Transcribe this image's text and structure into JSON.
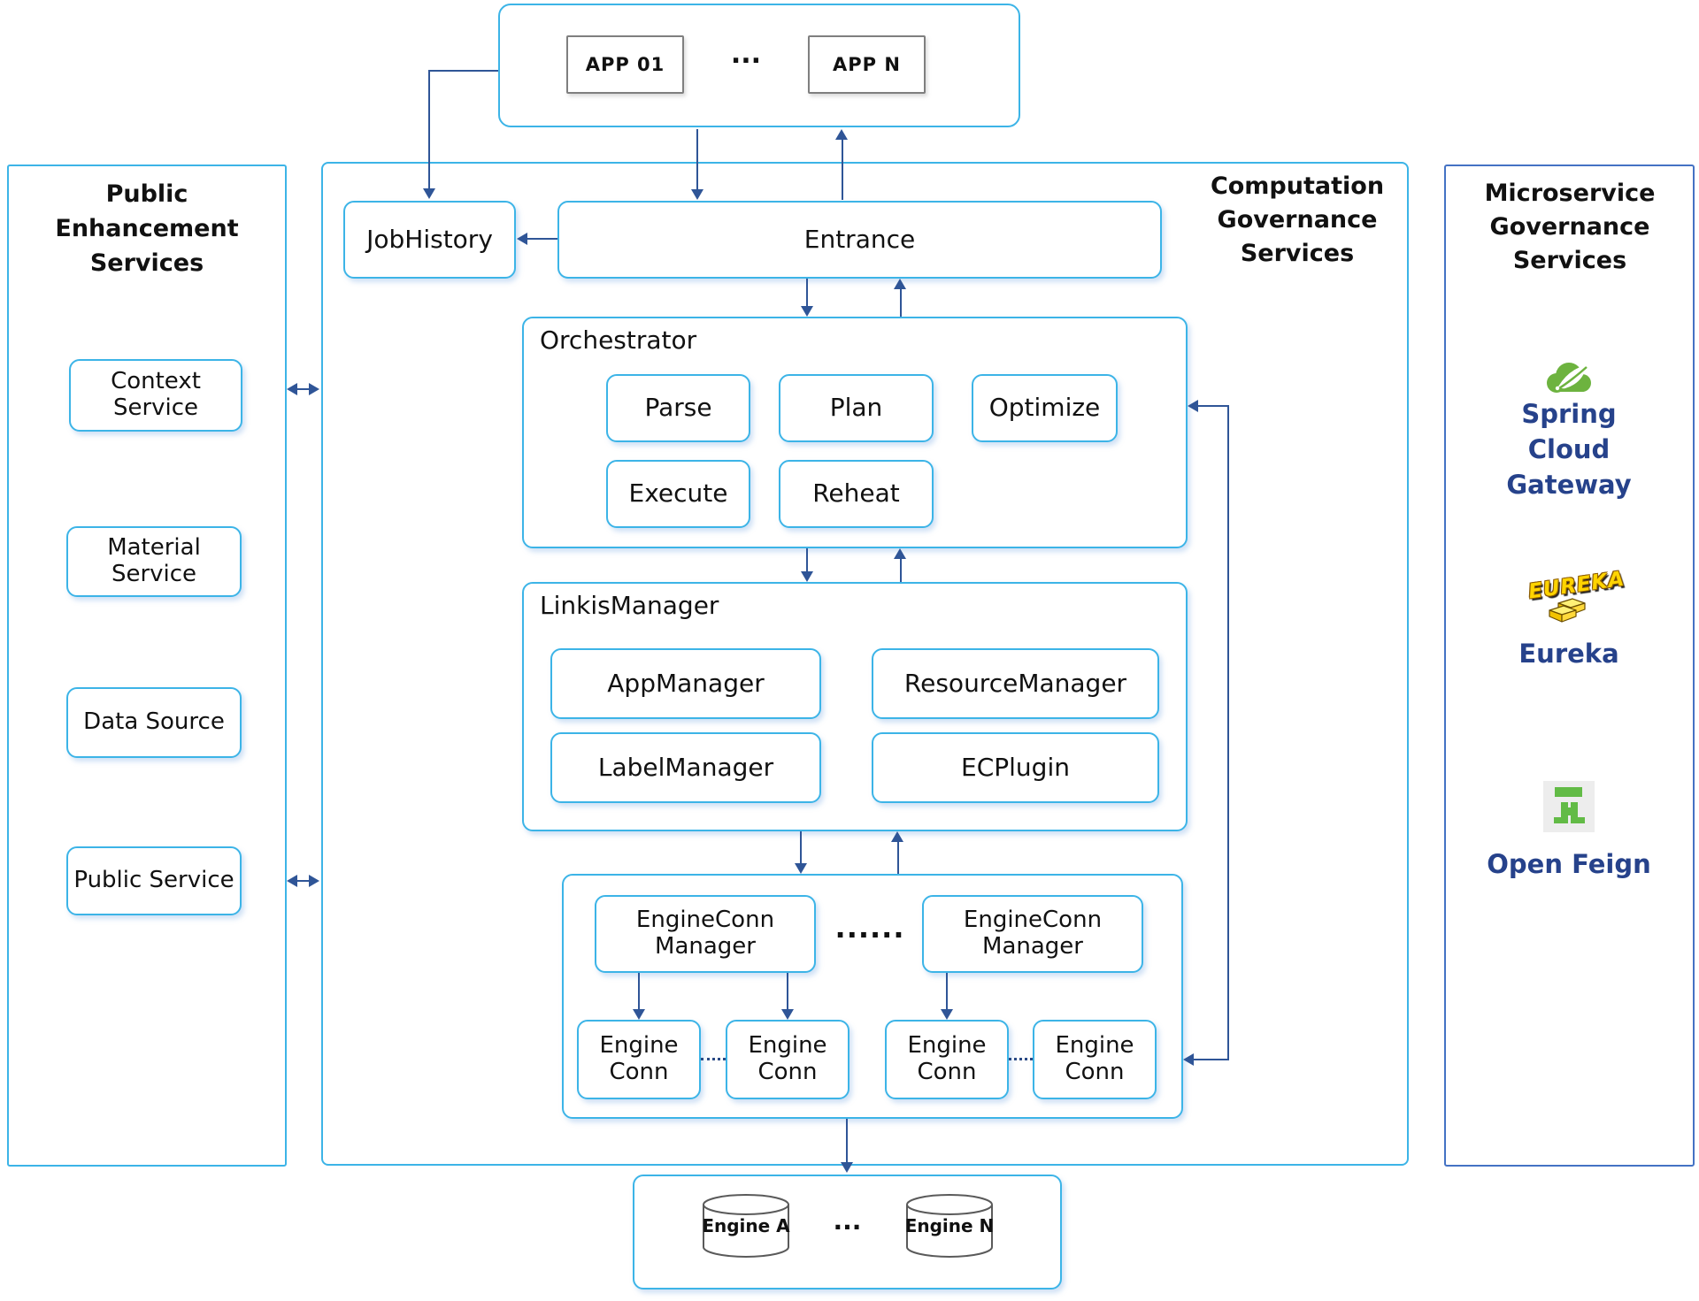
{
  "colors": {
    "box_border_cyan": "#3CB4E7",
    "arrow_blue": "#2F5597",
    "right_panel_border": "#4472C4",
    "right_label_blue": "#26428B",
    "spring_green": "#6DB33F",
    "feign_green": "#62BB46",
    "eureka_yellow": "#FFD400",
    "app_box_border": "#7F7F7F"
  },
  "top_apps": {
    "app_first": "APP 01",
    "app_last": "APP N",
    "ellipsis": "..."
  },
  "left_panel": {
    "title": "Public Enhancement Services",
    "items": [
      "Context Service",
      "Material Service",
      "Data Source",
      "Public Service"
    ]
  },
  "center": {
    "title": "Computation Governance Services",
    "job_history": "JobHistory",
    "entrance": "Entrance",
    "orchestrator": {
      "label": "Orchestrator",
      "steps": [
        "Parse",
        "Plan",
        "Optimize",
        "Execute",
        "Reheat"
      ]
    },
    "linkis_manager": {
      "label": "LinkisManager",
      "modules": [
        "AppManager",
        "ResourceManager",
        "LabelManager",
        "ECPlugin"
      ]
    },
    "engine_conn": {
      "manager_first": "EngineConn Manager",
      "manager_last": "EngineConn Manager",
      "managers_ellipsis": "......",
      "conn": "Engine Conn"
    }
  },
  "bottom_engines": {
    "engine_first": "Engine A",
    "engine_last": "Engine N",
    "ellipsis": "..."
  },
  "right_panel": {
    "title": "Microservice Governance Services",
    "eureka_logo_text": "EUREKA",
    "items": [
      {
        "label": "Spring Cloud Gateway",
        "icon": "spring-leaf-icon"
      },
      {
        "label": "Eureka",
        "icon": "eureka-logo"
      },
      {
        "label": "Open Feign",
        "icon": "open-feign-icon"
      }
    ]
  }
}
